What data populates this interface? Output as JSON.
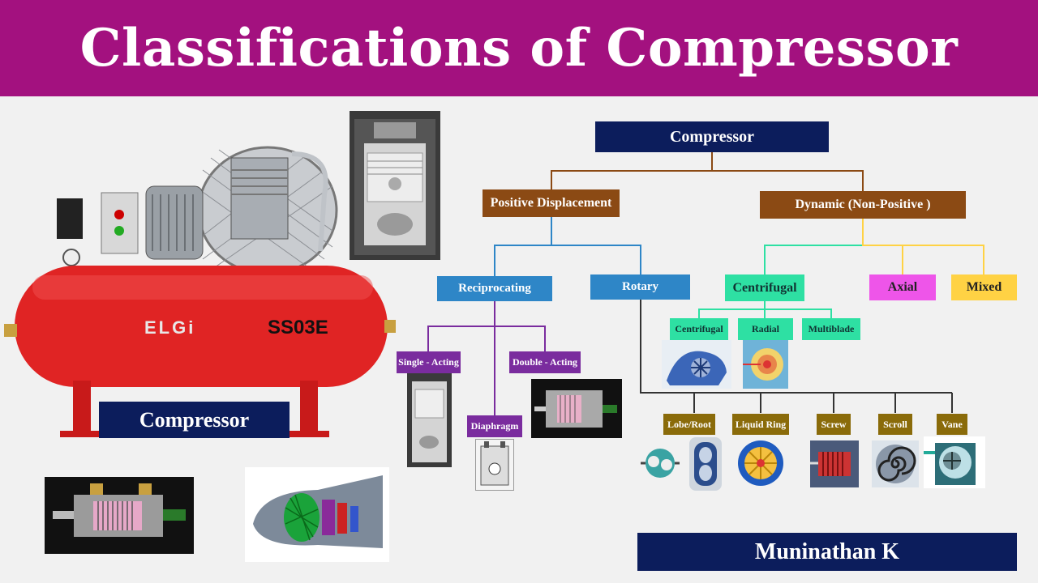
{
  "title": "Classifications of Compressor",
  "tree": {
    "root": "Compressor",
    "positive": "Positive Displacement",
    "dynamic": "Dynamic (Non-Positive )",
    "reciprocating": "Reciprocating",
    "rotary": "Rotary",
    "centrifugal": "Centrifugal",
    "axial": "Axial",
    "mixed": "Mixed",
    "single_acting": "Single - Acting",
    "double_acting": "Double - Acting",
    "diaphragm": "Diaphragm",
    "cent_sub": "Centrifugal",
    "radial": "Radial",
    "multiblade": "Multiblade",
    "lobe": "Lobe/Root",
    "liquid_ring": "Liquid Ring",
    "screw": "Screw",
    "scroll": "Scroll",
    "vane": "Vane"
  },
  "photo": {
    "brand": "ELGi",
    "model": "SS03E",
    "label": "Compressor"
  },
  "author": "Muninathan K",
  "colors": {
    "banner": "#a3117f",
    "navy": "#0c1d5c",
    "brown": "#8b4a14",
    "blue": "#2e86c7",
    "purple": "#7a2c9e",
    "green": "#2ee0a3",
    "pink": "#ee55e9",
    "yellow": "#ffd244",
    "olive": "#8a6b0a",
    "tank_red": "#e02424"
  }
}
